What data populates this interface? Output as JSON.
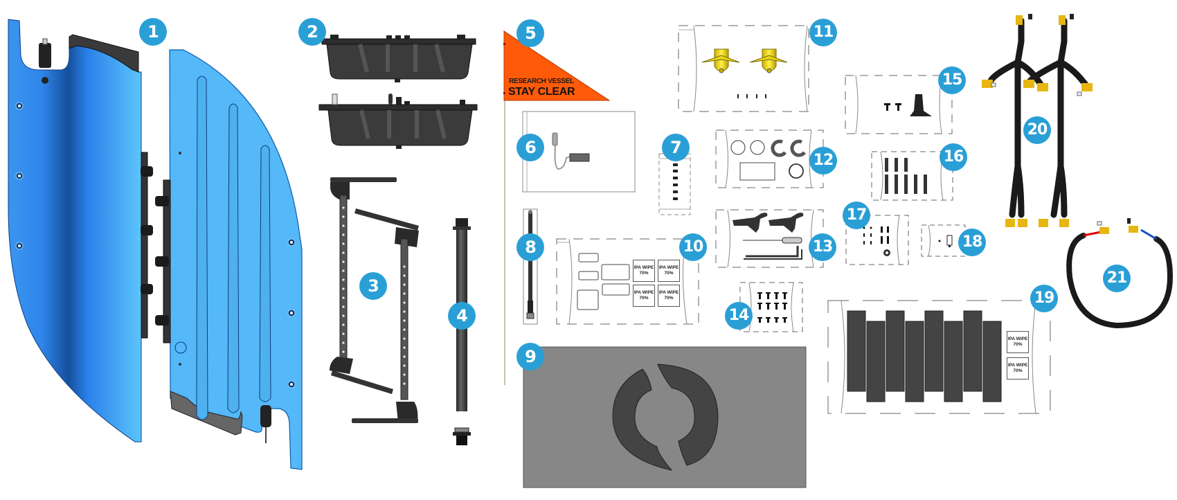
{
  "diagram": {
    "type": "parts-kit-layout",
    "accent_color": "#2a9fd6",
    "callouts": [
      {
        "id": 1,
        "label": "1",
        "part": "hull-side-panels-blue"
      },
      {
        "id": 2,
        "label": "2",
        "part": "electronics-enclosures-black"
      },
      {
        "id": 3,
        "label": "3",
        "part": "mounting-brackets"
      },
      {
        "id": 4,
        "label": "4",
        "part": "mast-pole"
      },
      {
        "id": 5,
        "label": "5",
        "part": "warning-flag"
      },
      {
        "id": 6,
        "label": "6",
        "part": "usb-adapter-bag"
      },
      {
        "id": 7,
        "label": "7",
        "part": "small-fasteners-bag"
      },
      {
        "id": 8,
        "label": "8",
        "part": "antenna"
      },
      {
        "id": 9,
        "label": "9",
        "part": "foam-insert"
      },
      {
        "id": 10,
        "label": "10",
        "part": "labels-and-wipes-bag"
      },
      {
        "id": 11,
        "label": "11",
        "part": "thrusters-bag"
      },
      {
        "id": 12,
        "label": "12",
        "part": "o-rings-bag"
      },
      {
        "id": 13,
        "label": "13",
        "part": "tools-bag"
      },
      {
        "id": 14,
        "label": "14",
        "part": "screws-bag"
      },
      {
        "id": 15,
        "label": "15",
        "part": "mount-bag"
      },
      {
        "id": 16,
        "label": "16",
        "part": "connectors-bag"
      },
      {
        "id": 17,
        "label": "17",
        "part": "hardware-bag"
      },
      {
        "id": 18,
        "label": "18",
        "part": "sensor-bag"
      },
      {
        "id": 19,
        "label": "19",
        "part": "pads-and-wipes-bag"
      },
      {
        "id": 20,
        "label": "20",
        "part": "wiring-harnesses"
      },
      {
        "id": 21,
        "label": "21",
        "part": "battery-cable"
      }
    ],
    "flag": {
      "line1": "RESEARCH VESSEL",
      "line2": "STAY CLEAR",
      "color": "#ff5a0a"
    },
    "wipe_label": {
      "line1": "IPA WIPE",
      "line2": "70%"
    }
  }
}
